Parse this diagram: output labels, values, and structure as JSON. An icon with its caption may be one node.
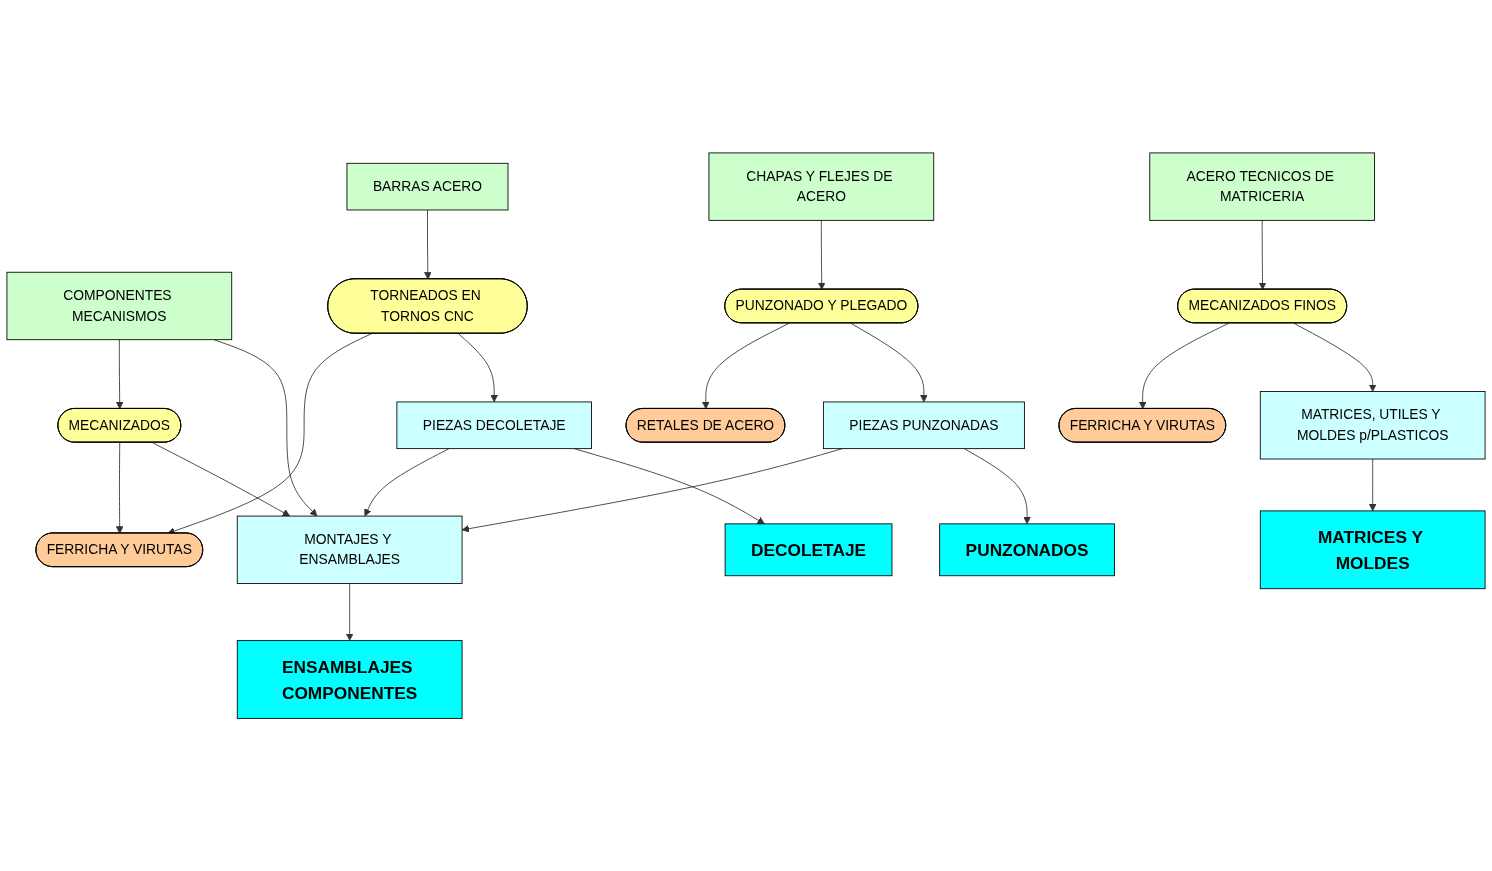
{
  "diagram": {
    "nodes": [
      {
        "text": [
          "BARRAS ACERO"
        ]
      },
      {
        "text": [
          "COMPONENTES MECANISMOS"
        ]
      },
      {
        "text": [
          "CHAPAS Y FLEJES DE ACERO"
        ]
      },
      {
        "text": [
          "ACERO TECNICOS DE MATRICERIA"
        ]
      },
      {
        "text": [
          "TORNEADOS EN TORNOS CNC"
        ]
      },
      {
        "text": [
          "MECANIZADOS"
        ]
      },
      {
        "text": [
          "PUNZONADO Y PLEGADO"
        ]
      },
      {
        "text": [
          "MECANIZADOS FINOS"
        ]
      },
      {
        "text": [
          "FERRICHA Y VIRUTAS"
        ]
      },
      {
        "text": [
          "RETALES DE ACERO"
        ]
      },
      {
        "text": [
          "FERRICHA Y VIRUTAS"
        ]
      },
      {
        "text": [
          "PIEZAS DECOLETAJE"
        ]
      },
      {
        "text": [
          "MONTAJES Y ENSAMBLAJES"
        ]
      },
      {
        "text": [
          "PIEZAS PUNZONADAS"
        ]
      },
      {
        "text": [
          "MATRICES, UTILES Y MOLDES p/PLASTICOS"
        ]
      },
      {
        "text": [
          "DECOLETAJE"
        ]
      },
      {
        "text": [
          "ENSAMBLAJES COMPONENTES"
        ]
      },
      {
        "text": [
          "PUNZONADOS"
        ]
      },
      {
        "text": [
          "MATRICES Y MOLDES"
        ]
      }
    ],
    "edges": [
      {
        "from": 0,
        "to": 4,
        "arrow": "to"
      },
      {
        "from": 1,
        "to": 5,
        "arrow": "to"
      },
      {
        "from": 1,
        "to": 12,
        "arrow": "to"
      },
      {
        "from": 2,
        "to": 6,
        "arrow": "to"
      },
      {
        "from": 3,
        "to": 7,
        "arrow": "to"
      },
      {
        "from": 4,
        "to": 8,
        "arrow": "to"
      },
      {
        "from": 5,
        "to": 8,
        "arrow": "to"
      },
      {
        "from": 4,
        "to": 11,
        "arrow": "to"
      },
      {
        "from": 5,
        "to": 12,
        "arrow": "to"
      },
      {
        "from": 6,
        "to": 9,
        "arrow": "to"
      },
      {
        "from": 6,
        "to": 13,
        "arrow": "to"
      },
      {
        "from": 7,
        "to": 10,
        "arrow": "to"
      },
      {
        "from": 7,
        "to": 14,
        "arrow": "to"
      },
      {
        "from": 11,
        "to": 12,
        "arrow": "to"
      },
      {
        "from": 13,
        "to": 12,
        "arrow": "to"
      },
      {
        "from": 11,
        "to": 15,
        "arrow": "to"
      },
      {
        "from": 12,
        "to": 16,
        "arrow": "to"
      },
      {
        "from": 13,
        "to": 17,
        "arrow": "to"
      },
      {
        "from": 14,
        "to": 18,
        "arrow": "to"
      }
    ]
  }
}
